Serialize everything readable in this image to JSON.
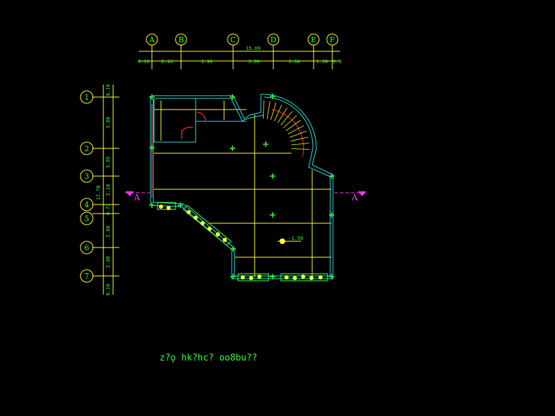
{
  "drawing": {
    "title": "z?ǫ  hk?hc? oo8bu??",
    "colors": {
      "background": "#000000",
      "grid": "#ffff33",
      "text": "#33ff33",
      "wall": "#33dddd",
      "door": "#dd2222",
      "section": "#ff33ff"
    },
    "top_axes": {
      "labels": [
        "A",
        "B",
        "C",
        "D",
        "E",
        "F"
      ],
      "total": "15.69",
      "segments": [
        "0.10",
        "2.16",
        "3.90",
        "3.00",
        "3.60",
        "1.38",
        "0.1"
      ]
    },
    "left_axes": {
      "labels": [
        "1",
        "2",
        "3",
        "4",
        "5",
        "6",
        "7"
      ],
      "total": "17.70",
      "segments": [
        "0.10",
        "3.88",
        "3.05",
        "2.10",
        "0.77",
        "2.80",
        "2.08",
        "0.10"
      ]
    },
    "section_mark": "A",
    "level_mark": "-1.50"
  }
}
